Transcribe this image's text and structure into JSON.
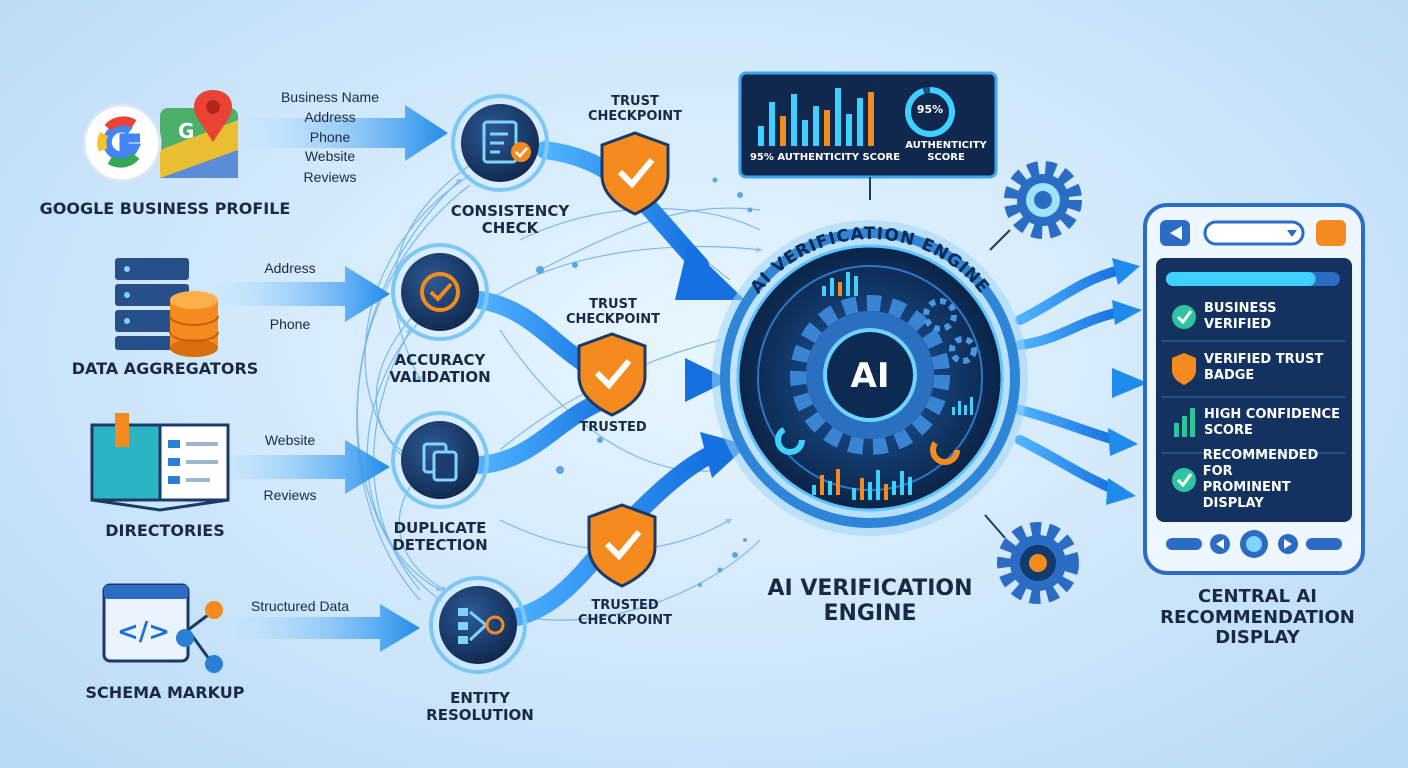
{
  "sources": [
    {
      "label": "GOOGLE BUSINESS PROFILE",
      "fields": [
        "Business Name",
        "Address",
        "Phone",
        "Website",
        "Reviews"
      ],
      "icon": "google-maps-icon"
    },
    {
      "label": "DATA AGGREGATORS",
      "fields": [
        "Address",
        "Phone"
      ],
      "icon": "server-database-icon"
    },
    {
      "label": "DIRECTORIES",
      "fields": [
        "Website",
        "Reviews"
      ],
      "icon": "directory-book-icon"
    },
    {
      "label": "SCHEMA MARKUP",
      "fields": [
        "Structured Data"
      ],
      "icon": "code-schema-icon"
    }
  ],
  "steps": [
    {
      "label_line1": "CONSISTENCY",
      "label_line2": "CHECK",
      "icon": "clipboard-check-icon"
    },
    {
      "label_line1": "ACCURACY",
      "label_line2": "VALIDATION",
      "icon": "check-circle-icon"
    },
    {
      "label_line1": "DUPLICATE",
      "label_line2": "DETECTION",
      "icon": "duplicate-docs-icon"
    },
    {
      "label_line1": "ENTITY",
      "label_line2": "RESOLUTION",
      "icon": "entity-merge-icon"
    }
  ],
  "checkpoints": [
    {
      "line1": "TRUST",
      "line2": "CHECKPOINT"
    },
    {
      "line1": "TRUST",
      "line2": "CHECKPOINT"
    },
    {
      "line1": "TRUSTED",
      "line2": ""
    },
    {
      "line1": "TRUSTED",
      "line2": "CHECKPOINT"
    }
  ],
  "engine": {
    "arc_title": "AI VERIFICATION ENGINE",
    "center_text": "AI",
    "title_line1": "AI VERIFICATION",
    "title_line2": "ENGINE"
  },
  "score_panel": {
    "caption": "95% AUTHENTICITY SCORE",
    "gauge_text": "95%",
    "gauge_label_line1": "AUTHENTICITY",
    "gauge_label_line2": "SCORE",
    "gauge_value": 0.95
  },
  "display": {
    "title_line1": "CENTRAL AI",
    "title_line2": "RECOMMENDATION",
    "title_line3": "DISPLAY",
    "progress": 0.86,
    "items": [
      {
        "line1": "BUSINESS VERIFIED",
        "line2": "",
        "icon": "check-badge-icon"
      },
      {
        "line1": "VERIFIED TRUST",
        "line2": "BADGE",
        "icon": "shield-check-icon"
      },
      {
        "line1": "HIGH CONFIDENCE",
        "line2": "SCORE",
        "icon": "bar-chart-icon"
      },
      {
        "line1": "RECOMMENDED FOR",
        "line2": "PROMINENT DISPLAY",
        "icon": "check-badge-icon"
      }
    ]
  },
  "colors": {
    "navy": "#16345f",
    "blue": "#1f8bec",
    "cyan": "#3fd0ff",
    "orange": "#f58a1f",
    "green_check": "#2ec4a0"
  }
}
